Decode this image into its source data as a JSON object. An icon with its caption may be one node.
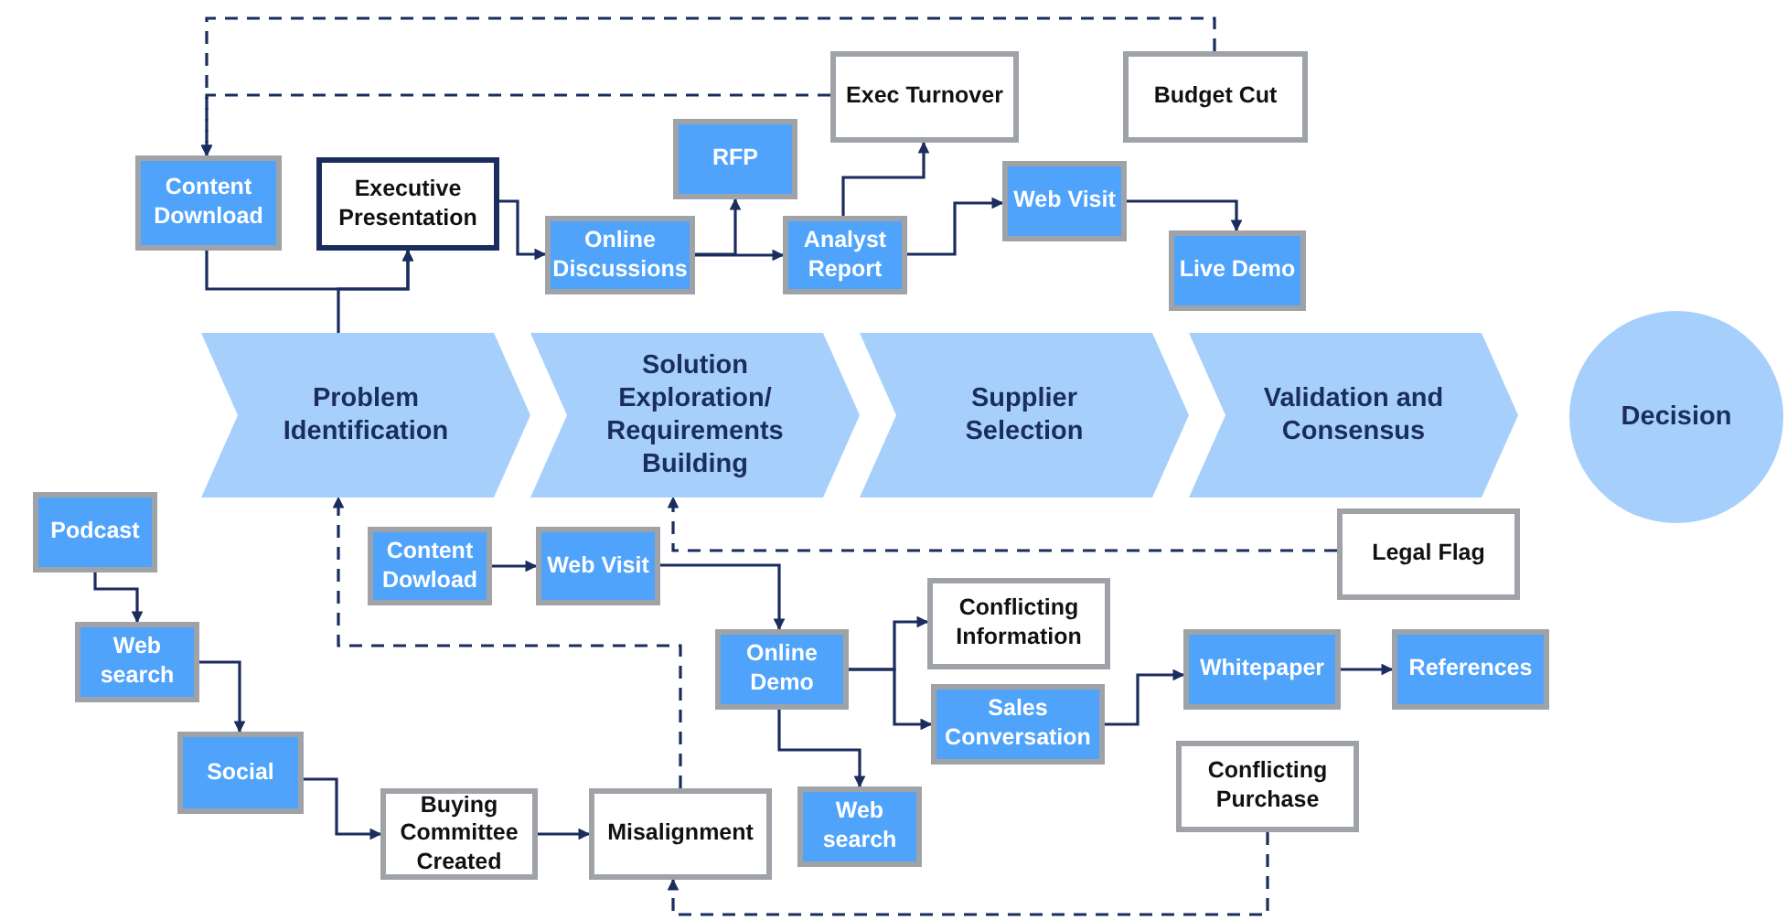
{
  "diagram": {
    "nodes": [
      {
        "text": [
          "Problem Identification"
        ]
      },
      {
        "text": [
          "Solution Exploration/ Requirements Building"
        ]
      },
      {
        "text": [
          "Supplier Selection"
        ]
      },
      {
        "text": [
          "Validation and Consensus"
        ]
      },
      {
        "text": [
          "Decision"
        ]
      },
      {
        "text": [
          "Content Download"
        ]
      },
      {
        "text": [
          "Executive Presentation"
        ]
      },
      {
        "text": [
          "Online Discussions"
        ]
      },
      {
        "text": [
          "RFP"
        ]
      },
      {
        "text": [
          "Analyst Report"
        ]
      },
      {
        "text": [
          "Exec Turnover"
        ]
      },
      {
        "text": [
          "Budget Cut"
        ]
      },
      {
        "text": [
          "Web Visit"
        ]
      },
      {
        "text": [
          "Live Demo"
        ]
      },
      {
        "text": [
          "Podcast"
        ]
      },
      {
        "text": [
          "Web search"
        ]
      },
      {
        "text": [
          "Social"
        ]
      },
      {
        "text": [
          "Buying Committee Created"
        ]
      },
      {
        "text": [
          "Misalignment"
        ]
      },
      {
        "text": [
          "Content Dowload"
        ]
      },
      {
        "text": [
          "Web Visit"
        ]
      },
      {
        "text": [
          "Online Demo"
        ]
      },
      {
        "text": [
          "Conflicting Information"
        ]
      },
      {
        "text": [
          "Sales Conversation"
        ]
      },
      {
        "text": [
          "Web search"
        ]
      },
      {
        "text": [
          "Whitepaper"
        ]
      },
      {
        "text": [
          "References"
        ]
      },
      {
        "text": [
          "Legal Flag"
        ]
      },
      {
        "text": [
          "Conflicting Purchase"
        ]
      }
    ],
    "edges": [
      {
        "from": 11,
        "to": 5,
        "arrow": "to",
        "style": "dashed"
      },
      {
        "from": 10,
        "to": 5,
        "arrow": "to",
        "style": "dashed"
      },
      {
        "from": 5,
        "to": 6,
        "arrow": "to"
      },
      {
        "from": 0,
        "to": 6,
        "arrow": "to"
      },
      {
        "from": 6,
        "to": 7,
        "arrow": "to"
      },
      {
        "from": 7,
        "to": 8,
        "arrow": "to"
      },
      {
        "from": 7,
        "to": 9,
        "arrow": "to"
      },
      {
        "from": 9,
        "to": 10,
        "arrow": "to"
      },
      {
        "from": 9,
        "to": 12,
        "arrow": "to"
      },
      {
        "from": 12,
        "to": 13,
        "arrow": "to"
      },
      {
        "from": 14,
        "to": 15,
        "arrow": "to"
      },
      {
        "from": 15,
        "to": 16,
        "arrow": "to"
      },
      {
        "from": 16,
        "to": 17,
        "arrow": "to"
      },
      {
        "from": 17,
        "to": 18,
        "arrow": "to"
      },
      {
        "from": 18,
        "to": 0,
        "arrow": "to",
        "style": "dashed"
      },
      {
        "from": 28,
        "to": 18,
        "arrow": "to",
        "style": "dashed"
      },
      {
        "from": 27,
        "to": 1,
        "arrow": "to",
        "style": "dashed"
      },
      {
        "from": 19,
        "to": 20,
        "arrow": "to"
      },
      {
        "from": 20,
        "to": 21,
        "arrow": "to"
      },
      {
        "from": 21,
        "to": 22,
        "arrow": "to"
      },
      {
        "from": 21,
        "to": 23,
        "arrow": "to"
      },
      {
        "from": 21,
        "to": 24,
        "arrow": "to"
      },
      {
        "from": 23,
        "to": 25,
        "arrow": "to"
      },
      {
        "from": 25,
        "to": 26,
        "arrow": "to"
      }
    ]
  }
}
